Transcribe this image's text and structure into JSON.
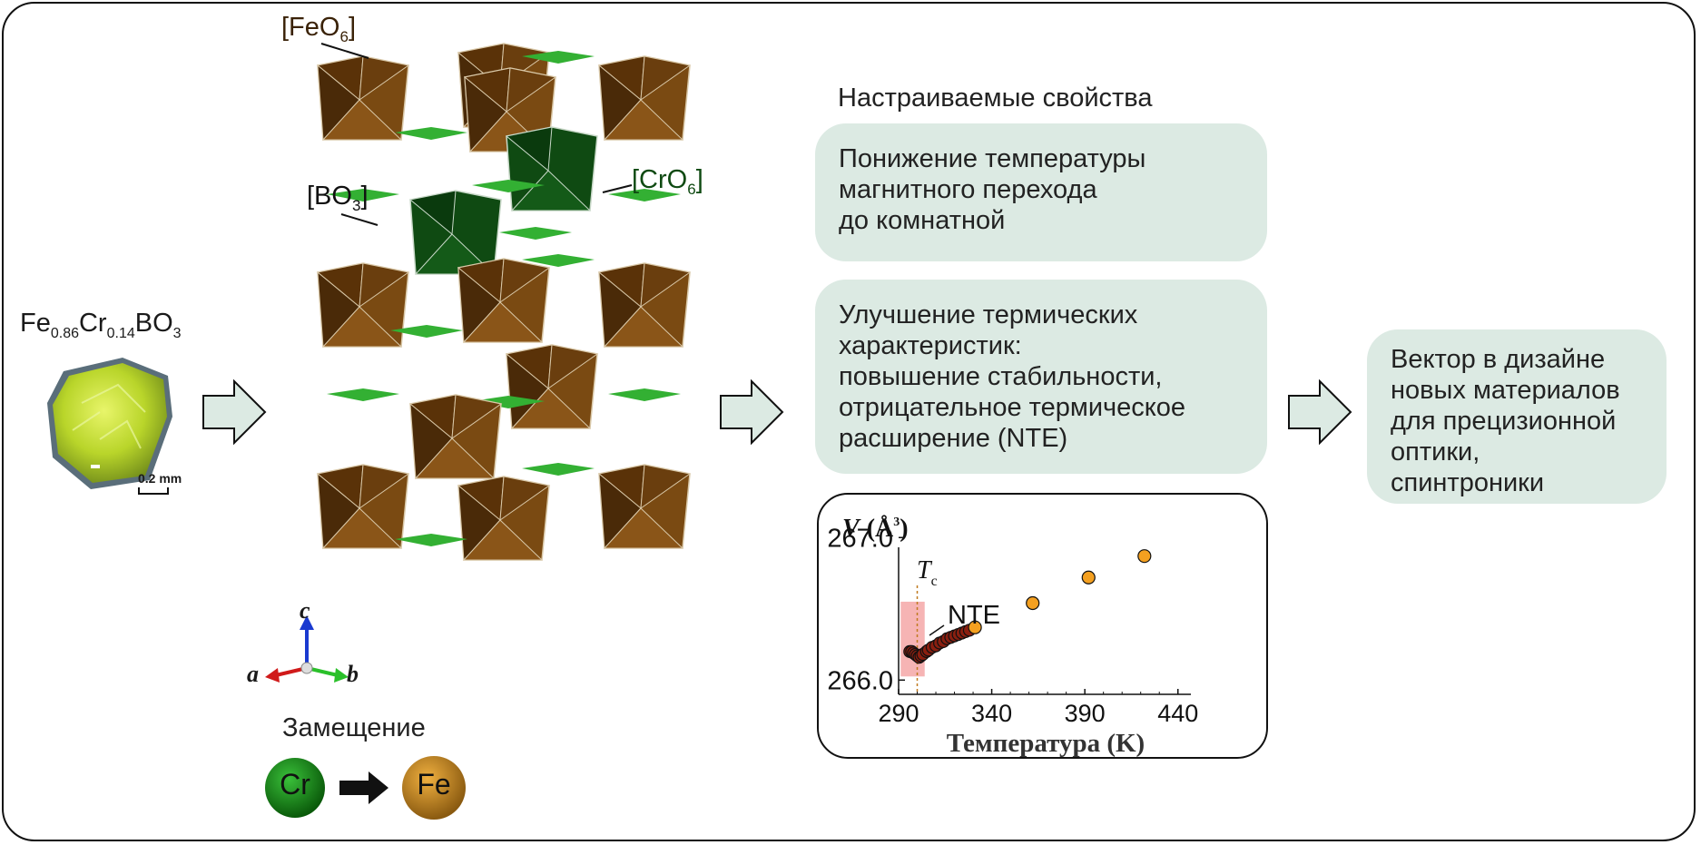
{
  "crystal": {
    "formula_base": [
      "Fe",
      "Cr",
      "BO"
    ],
    "formula_subs": [
      "0.86",
      "0.14",
      "3"
    ],
    "scale_label": "0.2 mm"
  },
  "structure": {
    "feo6": {
      "open": "[FeO",
      "sub": "6",
      "close": "]"
    },
    "bo3": {
      "open": "[BO",
      "sub": "3",
      "close": "]"
    },
    "cro6": {
      "open": "[CrO",
      "sub": "6",
      "close": "]"
    },
    "axes": {
      "a": "a",
      "b": "b",
      "c": "c"
    }
  },
  "substitution": {
    "title": "Замещение",
    "from": "Cr",
    "to": "Fe"
  },
  "properties": {
    "heading": "Настраиваемые свойства",
    "box1": [
      "Понижение температуры",
      "магнитного перехода",
      "до комнатной"
    ],
    "box2": [
      "Улучшение термических",
      "характеристик:",
      "повышение стабильности,",
      "отрицательное термическое",
      "расширение (NTE)"
    ]
  },
  "outcome": {
    "lines": [
      "Вектор в дизайне",
      "новых материалов",
      "для прецизионной",
      "оптики,",
      "спинтроники"
    ]
  },
  "colors": {
    "box_fill": "#dceae3",
    "fe_brown": "#7a4a12",
    "cr_green": "#0f4a12",
    "bo3_green": "#33b033",
    "point_orange": "#f4a020",
    "point_red": "#8a1f10",
    "nte_region": "#f6b4b4"
  },
  "chart_data": {
    "type": "scatter",
    "ylabel_var": "V",
    "ylabel_unit": "(Å",
    "ylabel_sup": "3",
    "ylabel_close": ")",
    "xlabel": "Температура (K)",
    "xlim": [
      290,
      445
    ],
    "ylim": [
      265.9,
      267.25
    ],
    "x_ticks": [
      290,
      340,
      390,
      440
    ],
    "x_tick_labels": [
      "290",
      "340",
      "390",
      "440"
    ],
    "y_ticks": [
      266.0,
      267.0
    ],
    "y_tick_labels": [
      "266.0",
      "267.0"
    ],
    "tc_label": "T",
    "tc_sub": "c",
    "tc_x": 300,
    "nte_label": "NTE",
    "nte_region_x": [
      295,
      304
    ],
    "series": [
      {
        "points": [
          [
            296,
            266.2
          ],
          [
            297,
            266.2
          ],
          [
            298,
            266.19
          ],
          [
            299,
            266.18
          ],
          [
            300,
            266.17
          ],
          [
            301,
            266.16
          ],
          [
            302,
            266.17
          ],
          [
            303,
            266.18
          ],
          [
            305,
            266.2
          ],
          [
            306,
            266.21
          ],
          [
            308,
            266.23
          ],
          [
            310,
            266.24
          ],
          [
            312,
            266.26
          ],
          [
            314,
            266.27
          ],
          [
            316,
            266.29
          ],
          [
            318,
            266.3
          ],
          [
            320,
            266.31
          ],
          [
            322,
            266.32
          ],
          [
            324,
            266.33
          ],
          [
            326,
            266.34
          ],
          [
            328,
            266.35
          ]
        ]
      },
      {
        "points": [
          [
            331,
            266.37
          ],
          [
            362,
            266.54
          ],
          [
            392,
            266.72
          ],
          [
            422,
            266.87
          ]
        ]
      }
    ]
  }
}
